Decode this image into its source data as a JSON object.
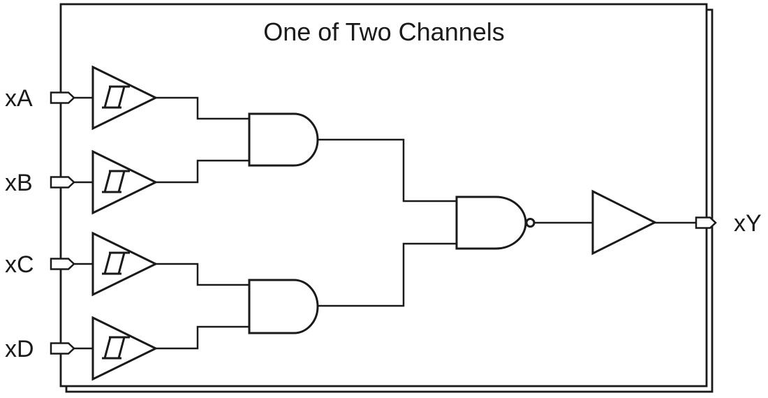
{
  "diagram": {
    "title": "One of Two Channels",
    "inputs": [
      {
        "label": "xA"
      },
      {
        "label": "xB"
      },
      {
        "label": "xC"
      },
      {
        "label": "xD"
      }
    ],
    "output": {
      "label": "xY"
    },
    "components": [
      {
        "type": "schmitt-trigger-buffer",
        "count": 4
      },
      {
        "type": "and-gate",
        "count": 2
      },
      {
        "type": "nand-gate",
        "count": 1
      },
      {
        "type": "output-buffer",
        "count": 1
      }
    ],
    "colors": {
      "line": "#1a1a1a",
      "background": "#ffffff"
    }
  }
}
